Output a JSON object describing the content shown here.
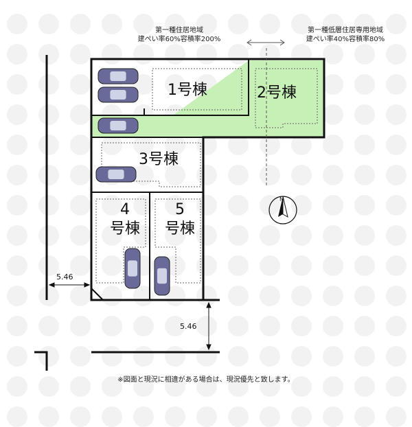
{
  "zoning": {
    "left": {
      "line1": "第一種住居地域",
      "line2": "建ぺい率60%容積率200%"
    },
    "right": {
      "line1": "第一種低層住居専用地域",
      "line2": "建ぺい率40%容積率80%"
    }
  },
  "lots": {
    "lot1": "1号棟",
    "lot2": "2号棟",
    "lot3": "3号棟",
    "lot4_num": "4",
    "lot4_suffix": "号棟",
    "lot5_num": "5",
    "lot5_suffix": "号棟"
  },
  "dimensions": {
    "road_west": "5.46",
    "road_south": "5.46"
  },
  "compass": {
    "north_label": "N"
  },
  "note": "※図面と現況に相違がある場合は、現況優先と致します。",
  "colors": {
    "green_area": "#c6f0b6",
    "car_body": "#6a6a9a",
    "line": "#111111"
  }
}
